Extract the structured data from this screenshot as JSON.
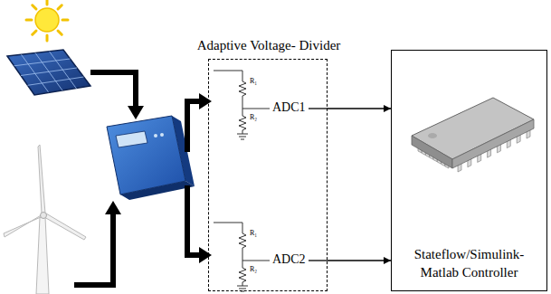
{
  "diagram": {
    "nodes": [
      {
        "text": [
          "Adaptive Voltage- Divider"
        ]
      },
      {
        "text": [
          "Stateflow/Simulink-Matlab Controller"
        ]
      }
    ],
    "edges": [
      {
        "from": 0,
        "to": 1,
        "arrow": "to"
      },
      {
        "from": 0,
        "to": 1,
        "arrow": "to"
      }
    ],
    "labels": [
      "R₁",
      "R₂",
      "ADC1",
      "R₁",
      "R₂",
      "ADC2"
    ]
  }
}
